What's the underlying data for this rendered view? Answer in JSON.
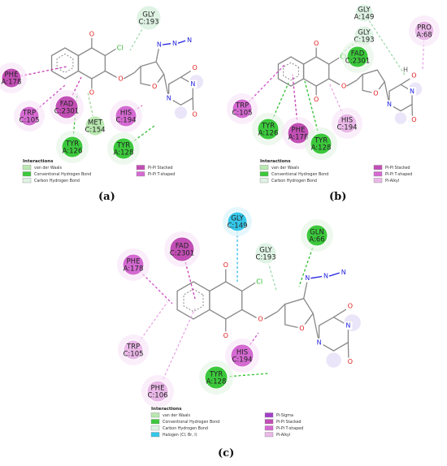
{
  "colors": {
    "vdw": "#b9e8b0",
    "conv_hbond": "#3cc83c",
    "carbon_hbond": "#dff3e4",
    "halogen": "#35c7ea",
    "pi_sigma": "#a33fc7",
    "pi_pi_stacked": "#c24fb5",
    "pi_pi_tshaped": "#d56ad2",
    "pi_alkyl": "#eab8e8",
    "atom_O": "#e01a1a",
    "atom_N": "#2323e0",
    "atom_Cl": "#28b528",
    "atom_H": "#555555",
    "bond": "#888888"
  },
  "legend_title": "Interactions",
  "panels": [
    {
      "id": "a",
      "label": "(a)",
      "residues": [
        {
          "id": "GLY-193",
          "line1": "GLY",
          "line2": "C:193",
          "type": "carbon_hbond"
        },
        {
          "id": "PHE-178",
          "line1": "PHE",
          "line2": "A:178",
          "type": "pi_pi_stacked"
        },
        {
          "id": "FAD-2301",
          "line1": "FAD",
          "line2": "C:2301",
          "type": "pi_pi_stacked"
        },
        {
          "id": "TRP-105",
          "line1": "TRP",
          "line2": "C:105",
          "type": "pi_pi_tshaped"
        },
        {
          "id": "MET-154",
          "line1": "MET",
          "line2": "C:154",
          "type": "vdw"
        },
        {
          "id": "HIS-194",
          "line1": "HIS",
          "line2": "C:194",
          "type": "pi_pi_tshaped"
        },
        {
          "id": "TYR-126",
          "line1": "TYR",
          "line2": "A:126",
          "type": "conv_hbond"
        },
        {
          "id": "TYR-128",
          "line1": "TYR",
          "line2": "A:128",
          "type": "conv_hbond"
        }
      ],
      "legend": [
        {
          "key": "vdw",
          "label": "van der Waals"
        },
        {
          "key": "conv_hbond",
          "label": "Conventional Hydrogen Bond"
        },
        {
          "key": "carbon_hbond",
          "label": "Carbon Hydrogen Bond"
        },
        {
          "key": "pi_pi_stacked",
          "label": "Pi-Pi Stacked"
        },
        {
          "key": "pi_pi_tshaped",
          "label": "Pi-Pi T-shaped"
        }
      ]
    },
    {
      "id": "b",
      "label": "(b)",
      "residues": [
        {
          "id": "GLY-149",
          "line1": "GLY",
          "line2": "A:149",
          "type": "carbon_hbond"
        },
        {
          "id": "GLY-193",
          "line1": "GLY",
          "line2": "C:193",
          "type": "carbon_hbond"
        },
        {
          "id": "PRO-68",
          "line1": "PRO",
          "line2": "A:68",
          "type": "pi_alkyl"
        },
        {
          "id": "FAD-2301",
          "line1": "FAD",
          "line2": "C:2301",
          "type": "conv_hbond"
        },
        {
          "id": "TRP-105",
          "line1": "TRP",
          "line2": "C:105",
          "type": "pi_pi_tshaped"
        },
        {
          "id": "TYR-126",
          "line1": "TYR",
          "line2": "A:126",
          "type": "conv_hbond"
        },
        {
          "id": "PHE-178",
          "line1": "PHE",
          "line2": "A:178",
          "type": "pi_pi_stacked"
        },
        {
          "id": "TYR-128",
          "line1": "TYR",
          "line2": "A:128",
          "type": "conv_hbond"
        },
        {
          "id": "HIS-194",
          "line1": "HIS",
          "line2": "C:194",
          "type": "pi_alkyl"
        }
      ],
      "legend": [
        {
          "key": "vdw",
          "label": "van der Waals"
        },
        {
          "key": "conv_hbond",
          "label": "Conventional Hydrogen Bond"
        },
        {
          "key": "carbon_hbond",
          "label": "Carbon Hydrogen Bond"
        },
        {
          "key": "pi_pi_stacked",
          "label": "Pi-Pi Stacked"
        },
        {
          "key": "pi_pi_tshaped",
          "label": "Pi-Pi T-shaped"
        },
        {
          "key": "pi_alkyl",
          "label": "Pi-Alkyl"
        }
      ]
    },
    {
      "id": "c",
      "label": "(c)",
      "residues": [
        {
          "id": "GLY-149",
          "line1": "GLY",
          "line2": "C:149",
          "type": "halogen"
        },
        {
          "id": "GLN-66",
          "line1": "GLN",
          "line2": "A:66",
          "type": "conv_hbond"
        },
        {
          "id": "FAD-2301",
          "line1": "FAD",
          "line2": "C:2301",
          "type": "pi_pi_stacked"
        },
        {
          "id": "GLY-193",
          "line1": "GLY",
          "line2": "C:193",
          "type": "carbon_hbond"
        },
        {
          "id": "PHE-178",
          "line1": "PHE",
          "line2": "A:178",
          "type": "pi_pi_tshaped"
        },
        {
          "id": "TRP-105",
          "line1": "TRP",
          "line2": "C:105",
          "type": "pi_alkyl"
        },
        {
          "id": "HIS-194",
          "line1": "HIS",
          "line2": "C:194",
          "type": "pi_pi_tshaped"
        },
        {
          "id": "TYR-128",
          "line1": "TYR",
          "line2": "A:128",
          "type": "conv_hbond"
        },
        {
          "id": "PHE-106",
          "line1": "PHE",
          "line2": "C:106",
          "type": "pi_alkyl"
        }
      ],
      "legend": [
        {
          "key": "vdw",
          "label": "van der Waals"
        },
        {
          "key": "conv_hbond",
          "label": "Conventional Hydrogen Bond"
        },
        {
          "key": "carbon_hbond",
          "label": "Carbon Hydrogen Bond"
        },
        {
          "key": "halogen",
          "label": "Halogen (Cl, Br, I)"
        },
        {
          "key": "pi_sigma",
          "label": "Pi-Sigma"
        },
        {
          "key": "pi_pi_stacked",
          "label": "Pi-Pi Stacked"
        },
        {
          "key": "pi_pi_tshaped",
          "label": "Pi-Pi T-shaped"
        },
        {
          "key": "pi_alkyl",
          "label": "Pi-Alkyl"
        }
      ]
    }
  ],
  "atom_labels": {
    "O": "O",
    "N": "N",
    "Cl": "Cl",
    "H": "H"
  }
}
